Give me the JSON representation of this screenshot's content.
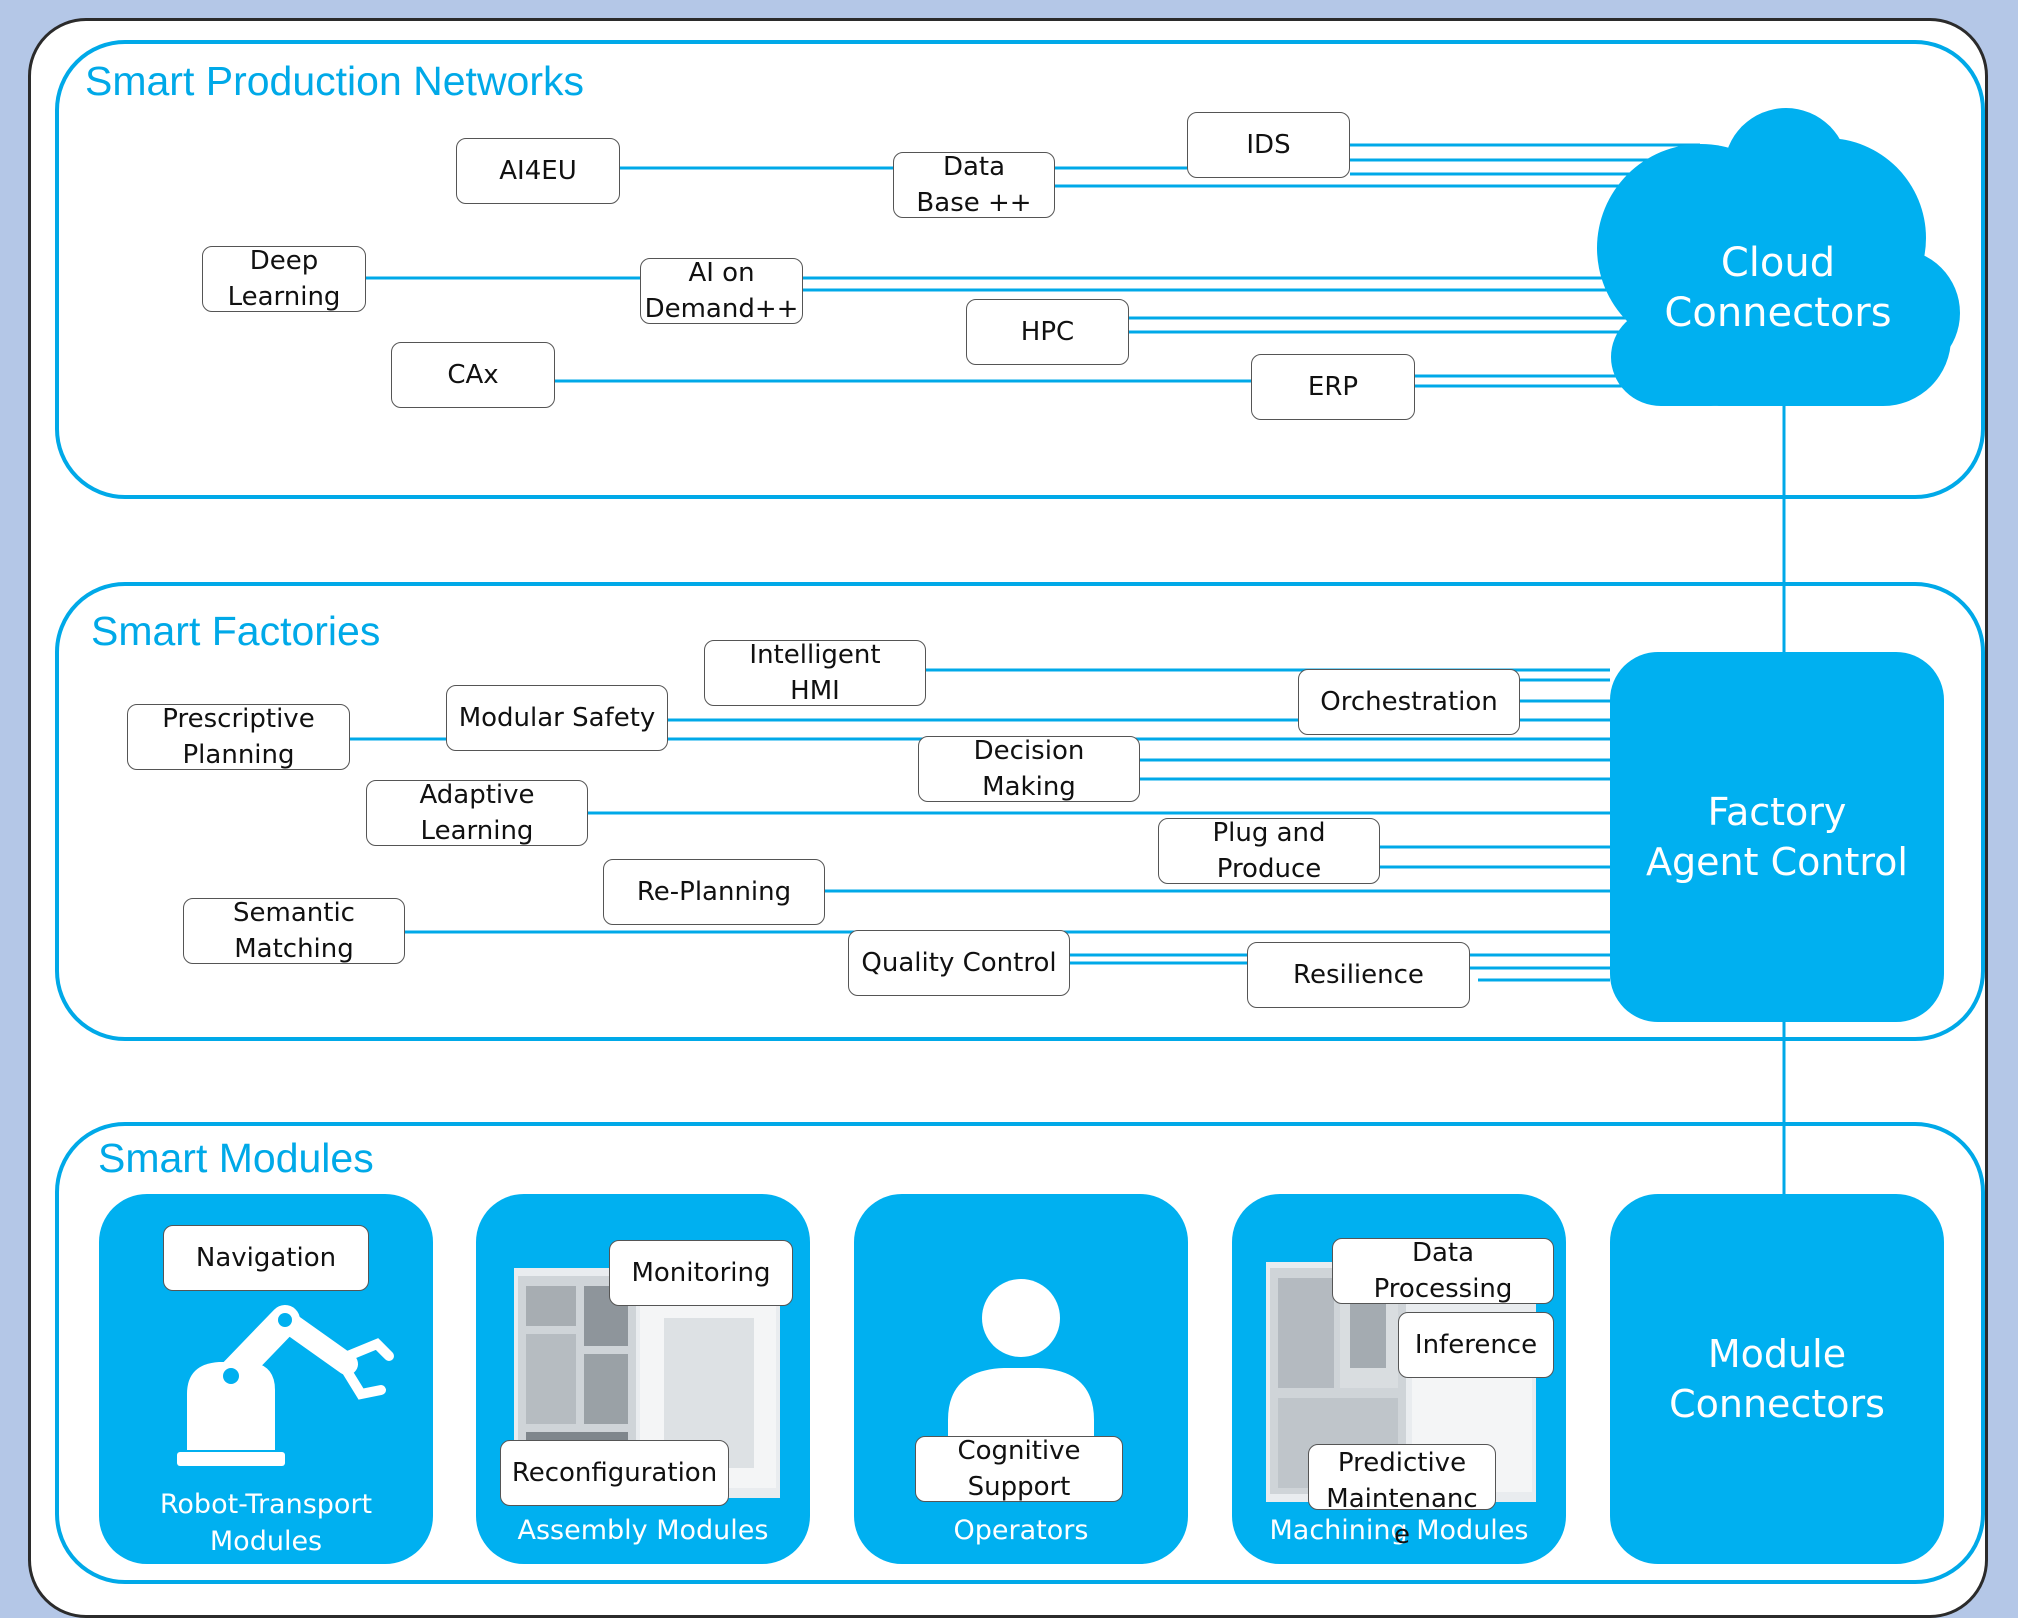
{
  "panels": {
    "production": "Smart Production Networks",
    "factories": "Smart Factories",
    "modules": "Smart Modules"
  },
  "hubs": {
    "cloud": "Cloud\nConnectors",
    "factory": "Factory\nAgent Control",
    "module": "Module\nConnectors"
  },
  "production_nodes": {
    "ai4eu": "AI4EU",
    "database": "Data\nBase ++",
    "ids": "IDS",
    "deep_learning": "Deep\nLearning",
    "ai_on_demand": "AI on\nDemand++",
    "hpc": "HPC",
    "cax": "CAx",
    "erp": "ERP"
  },
  "factory_nodes": {
    "intelligent_hmi": "Intelligent\nHMI",
    "orchestration": "Orchestration",
    "prescriptive_planning": "Prescriptive\nPlanning",
    "modular_safety": "Modular Safety",
    "decision_making": "Decision\nMaking",
    "adaptive_learning": "Adaptive\nLearning",
    "plug_and_produce": "Plug and\nProduce",
    "re_planning": "Re-Planning",
    "semantic_matching": "Semantic\nMatching",
    "quality_control": "Quality Control",
    "resilience": "Resilience"
  },
  "modules": {
    "robot": {
      "label": "Robot-Transport\nModules",
      "tag": "Navigation"
    },
    "assembly": {
      "label": "Assembly Modules",
      "tag_top": "Monitoring",
      "tag_bottom": "Reconfiguration"
    },
    "operators": {
      "label": "Operators",
      "tag": "Cognitive\nSupport"
    },
    "machining": {
      "label": "Machining Modules",
      "tag_1": "Data Processing",
      "tag_2": "Inference",
      "tag_3": "Predictive\nMaintenanc\ne"
    }
  },
  "colors": {
    "accent": "#00b0f0",
    "line": "#00a9e8",
    "page_bg": "#b4c7e7"
  },
  "icons": {
    "robot": "robot-arm-icon",
    "operator": "person-icon",
    "cloud": "cloud-shape"
  }
}
